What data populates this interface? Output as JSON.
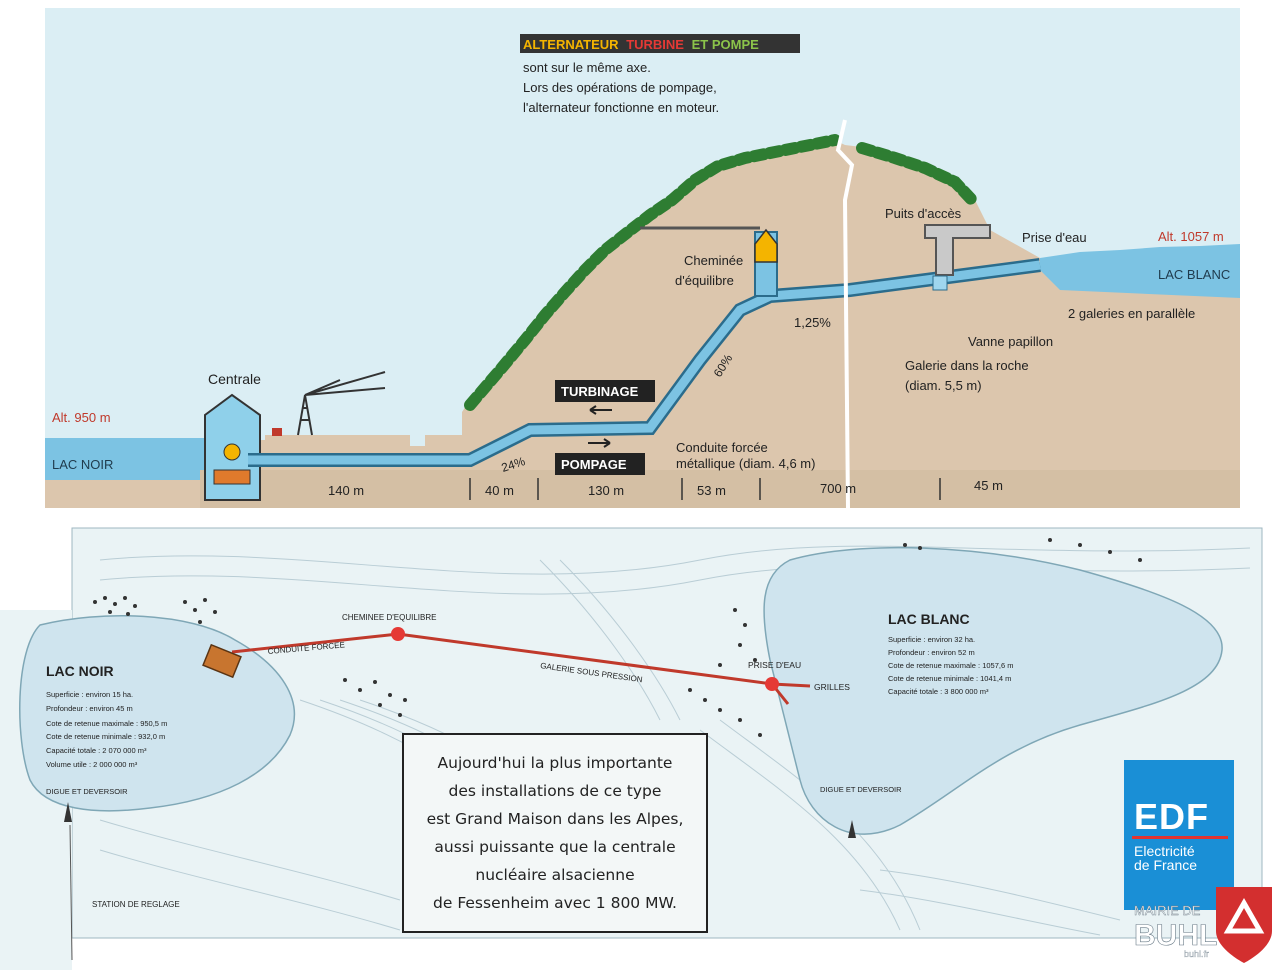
{
  "profile": {
    "legend_line1_a": "ALTERNATEUR",
    "legend_line1_b": "TURBINE",
    "legend_line1_c": "ET POMPE",
    "legend_line2": "sont sur le même axe.",
    "legend_line3": "Lors des opérations de pompage,",
    "legend_line4": "l'alternateur fonctionne en moteur.",
    "alt_left": "Alt. 950 m",
    "alt_right": "Alt. 1057 m",
    "lac_noir": "LAC NOIR",
    "lac_blanc": "LAC BLANC",
    "centrale": "Centrale",
    "cheminee_1": "Cheminée",
    "cheminee_2": "d'équilibre",
    "puits": "Puits d'accès",
    "prise": "Prise d'eau",
    "galeries": "2 galeries en parallèle",
    "vanne": "Vanne papillon",
    "galerie_1": "Galerie dans la roche",
    "galerie_2": "(diam. 5,5 m)",
    "conduite_1": "Conduite forcée",
    "conduite_2": "métallique (diam. 4,6 m)",
    "turbinage": "TURBINAGE",
    "pompage": "POMPAGE",
    "slope_125": "1,25%",
    "slope_60": "60%",
    "slope_24": "24%",
    "distances": [
      "140 m",
      "40 m",
      "130 m",
      "53 m",
      "700 m",
      "45 m"
    ],
    "colors": {
      "water": "#7cc3e3",
      "ground": "#dcc6ad",
      "sky": "#dbeef4",
      "trees": "#2e7d32",
      "pipe": "#5bb5e0"
    }
  },
  "plan": {
    "lac_noir_title": "LAC NOIR",
    "lac_noir_specs": [
      "Superficie : environ 15 ha.",
      "Profondeur : environ 45 m",
      "Cote de retenue maximale : 950,5 m",
      "Cote de retenue minimale : 932,0 m",
      "Capacité totale : 2 070 000 m³",
      "Volume utile : 2 000 000 m³"
    ],
    "lac_blanc_title": "LAC BLANC",
    "lac_blanc_specs": [
      "Superficie : environ 32 ha.",
      "Profondeur : environ 52 m",
      "Cote de retenue maximale : 1057,6 m",
      "Cote de retenue minimale : 1041,4 m",
      "Capacité totale : 3 800 000 m³"
    ],
    "cheminee": "CHEMINEE D'EQUILIBRE",
    "conduite": "CONDUITE FORCEE",
    "galerie": "GALERIE SOUS PRESSION",
    "prise": "PRISE D'EAU",
    "grilles": "GRILLES",
    "digue_left": "DIGUE ET DEVERSOIR",
    "digue_right": "DIGUE ET DEVERSOIR",
    "station": "STATION DE REGLAGE",
    "note": [
      "Aujourd'hui la plus importante",
      "des installations de ce type",
      "est Grand Maison dans les Alpes,",
      "aussi puissante que la centrale",
      "nucléaire alsacienne",
      "de Fessenheim avec 1 800 MW."
    ],
    "edf_logo": "EDF",
    "edf_sub_1": "Electricité",
    "edf_sub_2": "de France",
    "buhl_1": "MAIRIE DE",
    "buhl_2": "BUHL",
    "buhl_3": "buhl.fr"
  }
}
